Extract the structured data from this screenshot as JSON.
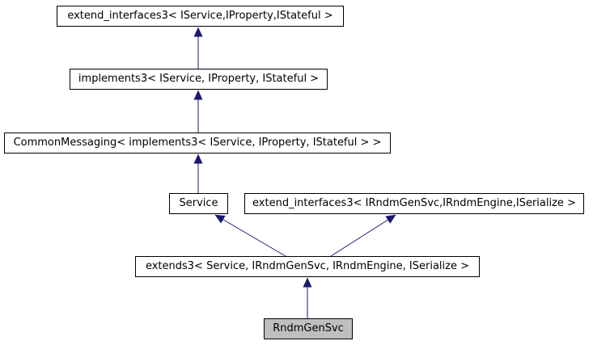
{
  "diagram": {
    "type": "class-inheritance-graph",
    "colors": {
      "arrow": "#191970",
      "node_border": "#000000",
      "node_background": "#ffffff",
      "highlighted_node_background": "#bfbfbf",
      "text": "#000000",
      "page_background": "#ffffff"
    },
    "nodes": [
      {
        "id": "extend_interfaces3_iservice",
        "label": "extend_interfaces3< IService,IProperty,IStateful >",
        "highlighted": false
      },
      {
        "id": "implements3",
        "label": "implements3< IService, IProperty, IStateful >",
        "highlighted": false
      },
      {
        "id": "common_messaging",
        "label": "CommonMessaging< implements3< IService, IProperty, IStateful > >",
        "highlighted": false
      },
      {
        "id": "service",
        "label": "Service",
        "highlighted": false
      },
      {
        "id": "extend_interfaces3_irndmgensvc",
        "label": "extend_interfaces3< IRndmGenSvc,IRndmEngine,ISerialize >",
        "highlighted": false
      },
      {
        "id": "extends3",
        "label": "extends3< Service, IRndmGenSvc, IRndmEngine, ISerialize >",
        "highlighted": false
      },
      {
        "id": "rndmgensvc",
        "label": "RndmGenSvc",
        "highlighted": true
      }
    ],
    "edges": [
      {
        "from": "implements3",
        "to": "extend_interfaces3_iservice"
      },
      {
        "from": "common_messaging",
        "to": "implements3"
      },
      {
        "from": "service",
        "to": "common_messaging"
      },
      {
        "from": "extends3",
        "to": "service"
      },
      {
        "from": "extends3",
        "to": "extend_interfaces3_irndmgensvc"
      },
      {
        "from": "rndmgensvc",
        "to": "extends3"
      }
    ]
  }
}
